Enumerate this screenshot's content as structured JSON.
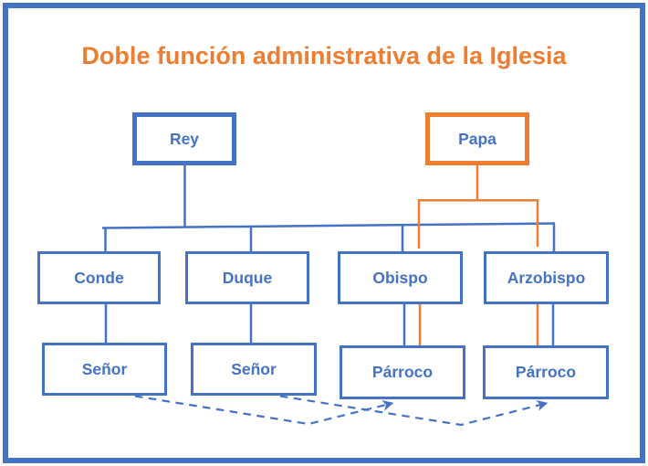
{
  "title": "Doble función administrativa de la Iglesia",
  "colors": {
    "blue": "#4472C4",
    "orange": "#ED7D31",
    "label_text": "#4472C4",
    "background": "#FFFFFF"
  },
  "nodes": {
    "rey": "Rey",
    "papa": "Papa",
    "conde": "Conde",
    "duque": "Duque",
    "obispo": "Obispo",
    "arzobispo": "Arzobispo",
    "senor1": "Señor",
    "senor2": "Señor",
    "parroco1": "Párroco",
    "parroco2": "Párroco"
  },
  "edges": [
    {
      "from": "Rey",
      "to": "Conde",
      "style": "solid",
      "color": "blue"
    },
    {
      "from": "Rey",
      "to": "Duque",
      "style": "solid",
      "color": "blue"
    },
    {
      "from": "Rey",
      "to": "Obispo",
      "style": "solid",
      "color": "blue"
    },
    {
      "from": "Rey",
      "to": "Arzobispo",
      "style": "solid",
      "color": "blue"
    },
    {
      "from": "Papa",
      "to": "Obispo",
      "style": "solid",
      "color": "orange"
    },
    {
      "from": "Papa",
      "to": "Arzobispo",
      "style": "solid",
      "color": "orange"
    },
    {
      "from": "Conde",
      "to": "Señor",
      "style": "solid",
      "color": "blue"
    },
    {
      "from": "Duque",
      "to": "Señor",
      "style": "solid",
      "color": "blue"
    },
    {
      "from": "Obispo",
      "to": "Párroco",
      "style": "solid",
      "color": "blue-and-orange"
    },
    {
      "from": "Arzobispo",
      "to": "Párroco",
      "style": "solid",
      "color": "blue-and-orange"
    },
    {
      "from": "Señor",
      "to": "Párroco",
      "style": "dashed-arrow",
      "color": "blue"
    },
    {
      "from": "Señor",
      "to": "Párroco",
      "style": "dashed-arrow",
      "color": "blue"
    }
  ]
}
